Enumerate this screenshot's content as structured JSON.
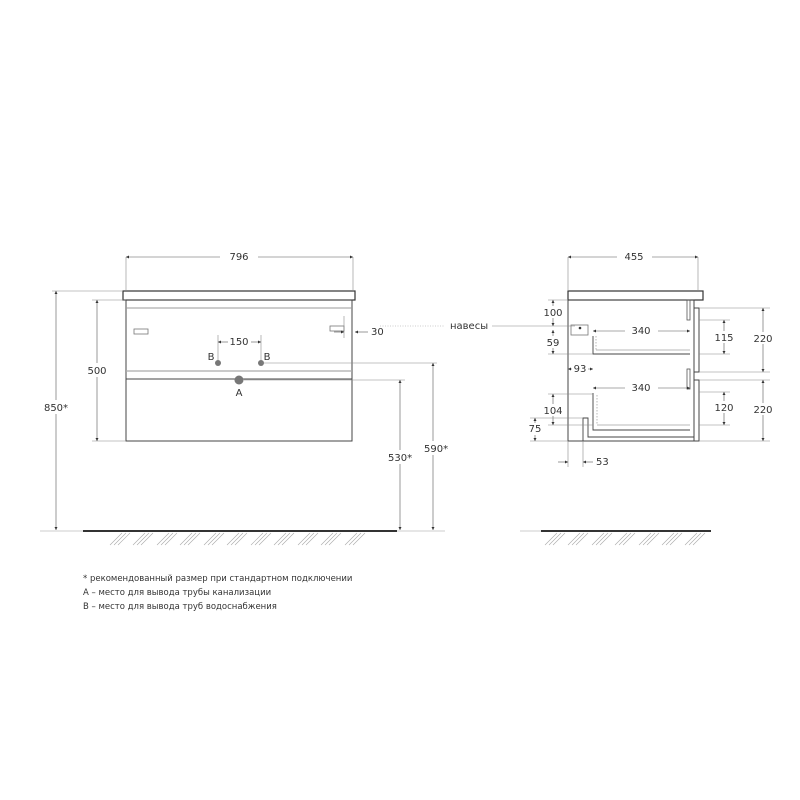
{
  "front_view": {
    "width": "796",
    "total_height": "850*",
    "body_height": "500",
    "hook_offset": "30",
    "water_spacing": "150",
    "point_b_left": "B",
    "point_b_right": "B",
    "point_a": "A",
    "drain_height": "530*",
    "water_height": "590*"
  },
  "side_view": {
    "depth": "455",
    "hooks_label": "навесы",
    "top_offset": "100",
    "hook_gap": "59",
    "drawer_depth_top": "340",
    "drawer_depth_bottom": "340",
    "drawer_setback": "93",
    "inner_height_top": "115",
    "inner_height_bottom": "120",
    "front_height_top": "220",
    "front_height_bottom": "220",
    "bottom_drawer_offset": "104",
    "plinth_height": "75",
    "plinth_depth": "53"
  },
  "notes": [
    "* рекомендованный размер при стандартном подключении",
    "A – место для вывода трубы канализации",
    "B – место для вывода труб водоснабжения"
  ],
  "colors": {
    "line": "#333333",
    "thin": "#888888",
    "point": "#777777"
  }
}
